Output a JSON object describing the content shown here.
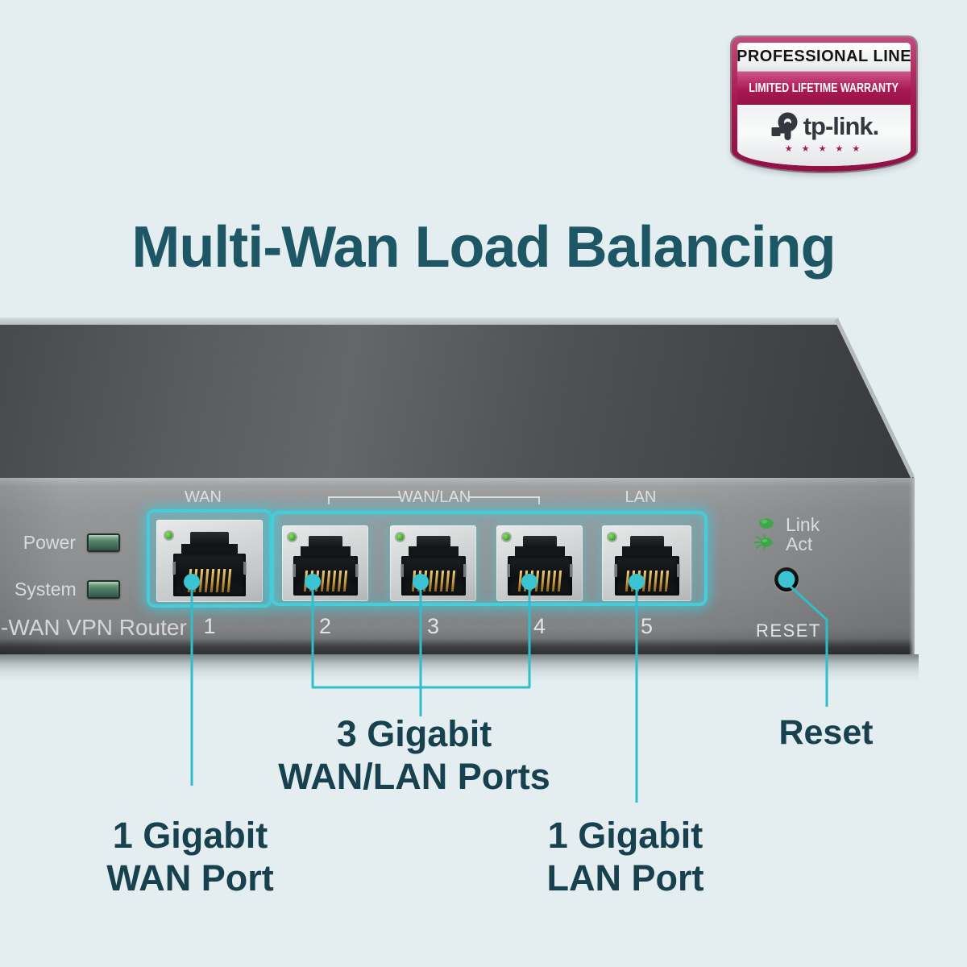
{
  "title": "Multi-Wan Load Balancing",
  "badge": {
    "line1": "PROFESSIONAL LINE",
    "line2": "LIMITED LIFETIME WARRANTY",
    "brand": "tp-link.",
    "stars": "★ ★ ★ ★ ★"
  },
  "device": {
    "power_label": "Power",
    "system_label": "System",
    "model_text": "-WAN VPN Router",
    "group_wan": "WAN",
    "group_wanlan": "WAN/LAN",
    "group_lan": "LAN",
    "ports": [
      {
        "number": "1"
      },
      {
        "number": "2"
      },
      {
        "number": "3"
      },
      {
        "number": "4"
      },
      {
        "number": "5"
      }
    ],
    "link_label": "Link",
    "act_label": "Act",
    "reset_label": "RESET"
  },
  "callouts": {
    "wanlan_line1": "3 Gigabit",
    "wanlan_line2": "WAN/LAN Ports",
    "reset": "Reset",
    "wan_line1": "1 Gigabit",
    "wan_line2": "WAN Port",
    "lan_line1": "1 Gigabit",
    "lan_line2": "LAN Port"
  },
  "colors": {
    "background": "#e4edef",
    "accent_teal": "#3ac4d2",
    "text_teal": "#17414f",
    "badge_magenta": "#a81952",
    "router_dark": "#4a4c4e",
    "led_green": "#3aa748"
  }
}
